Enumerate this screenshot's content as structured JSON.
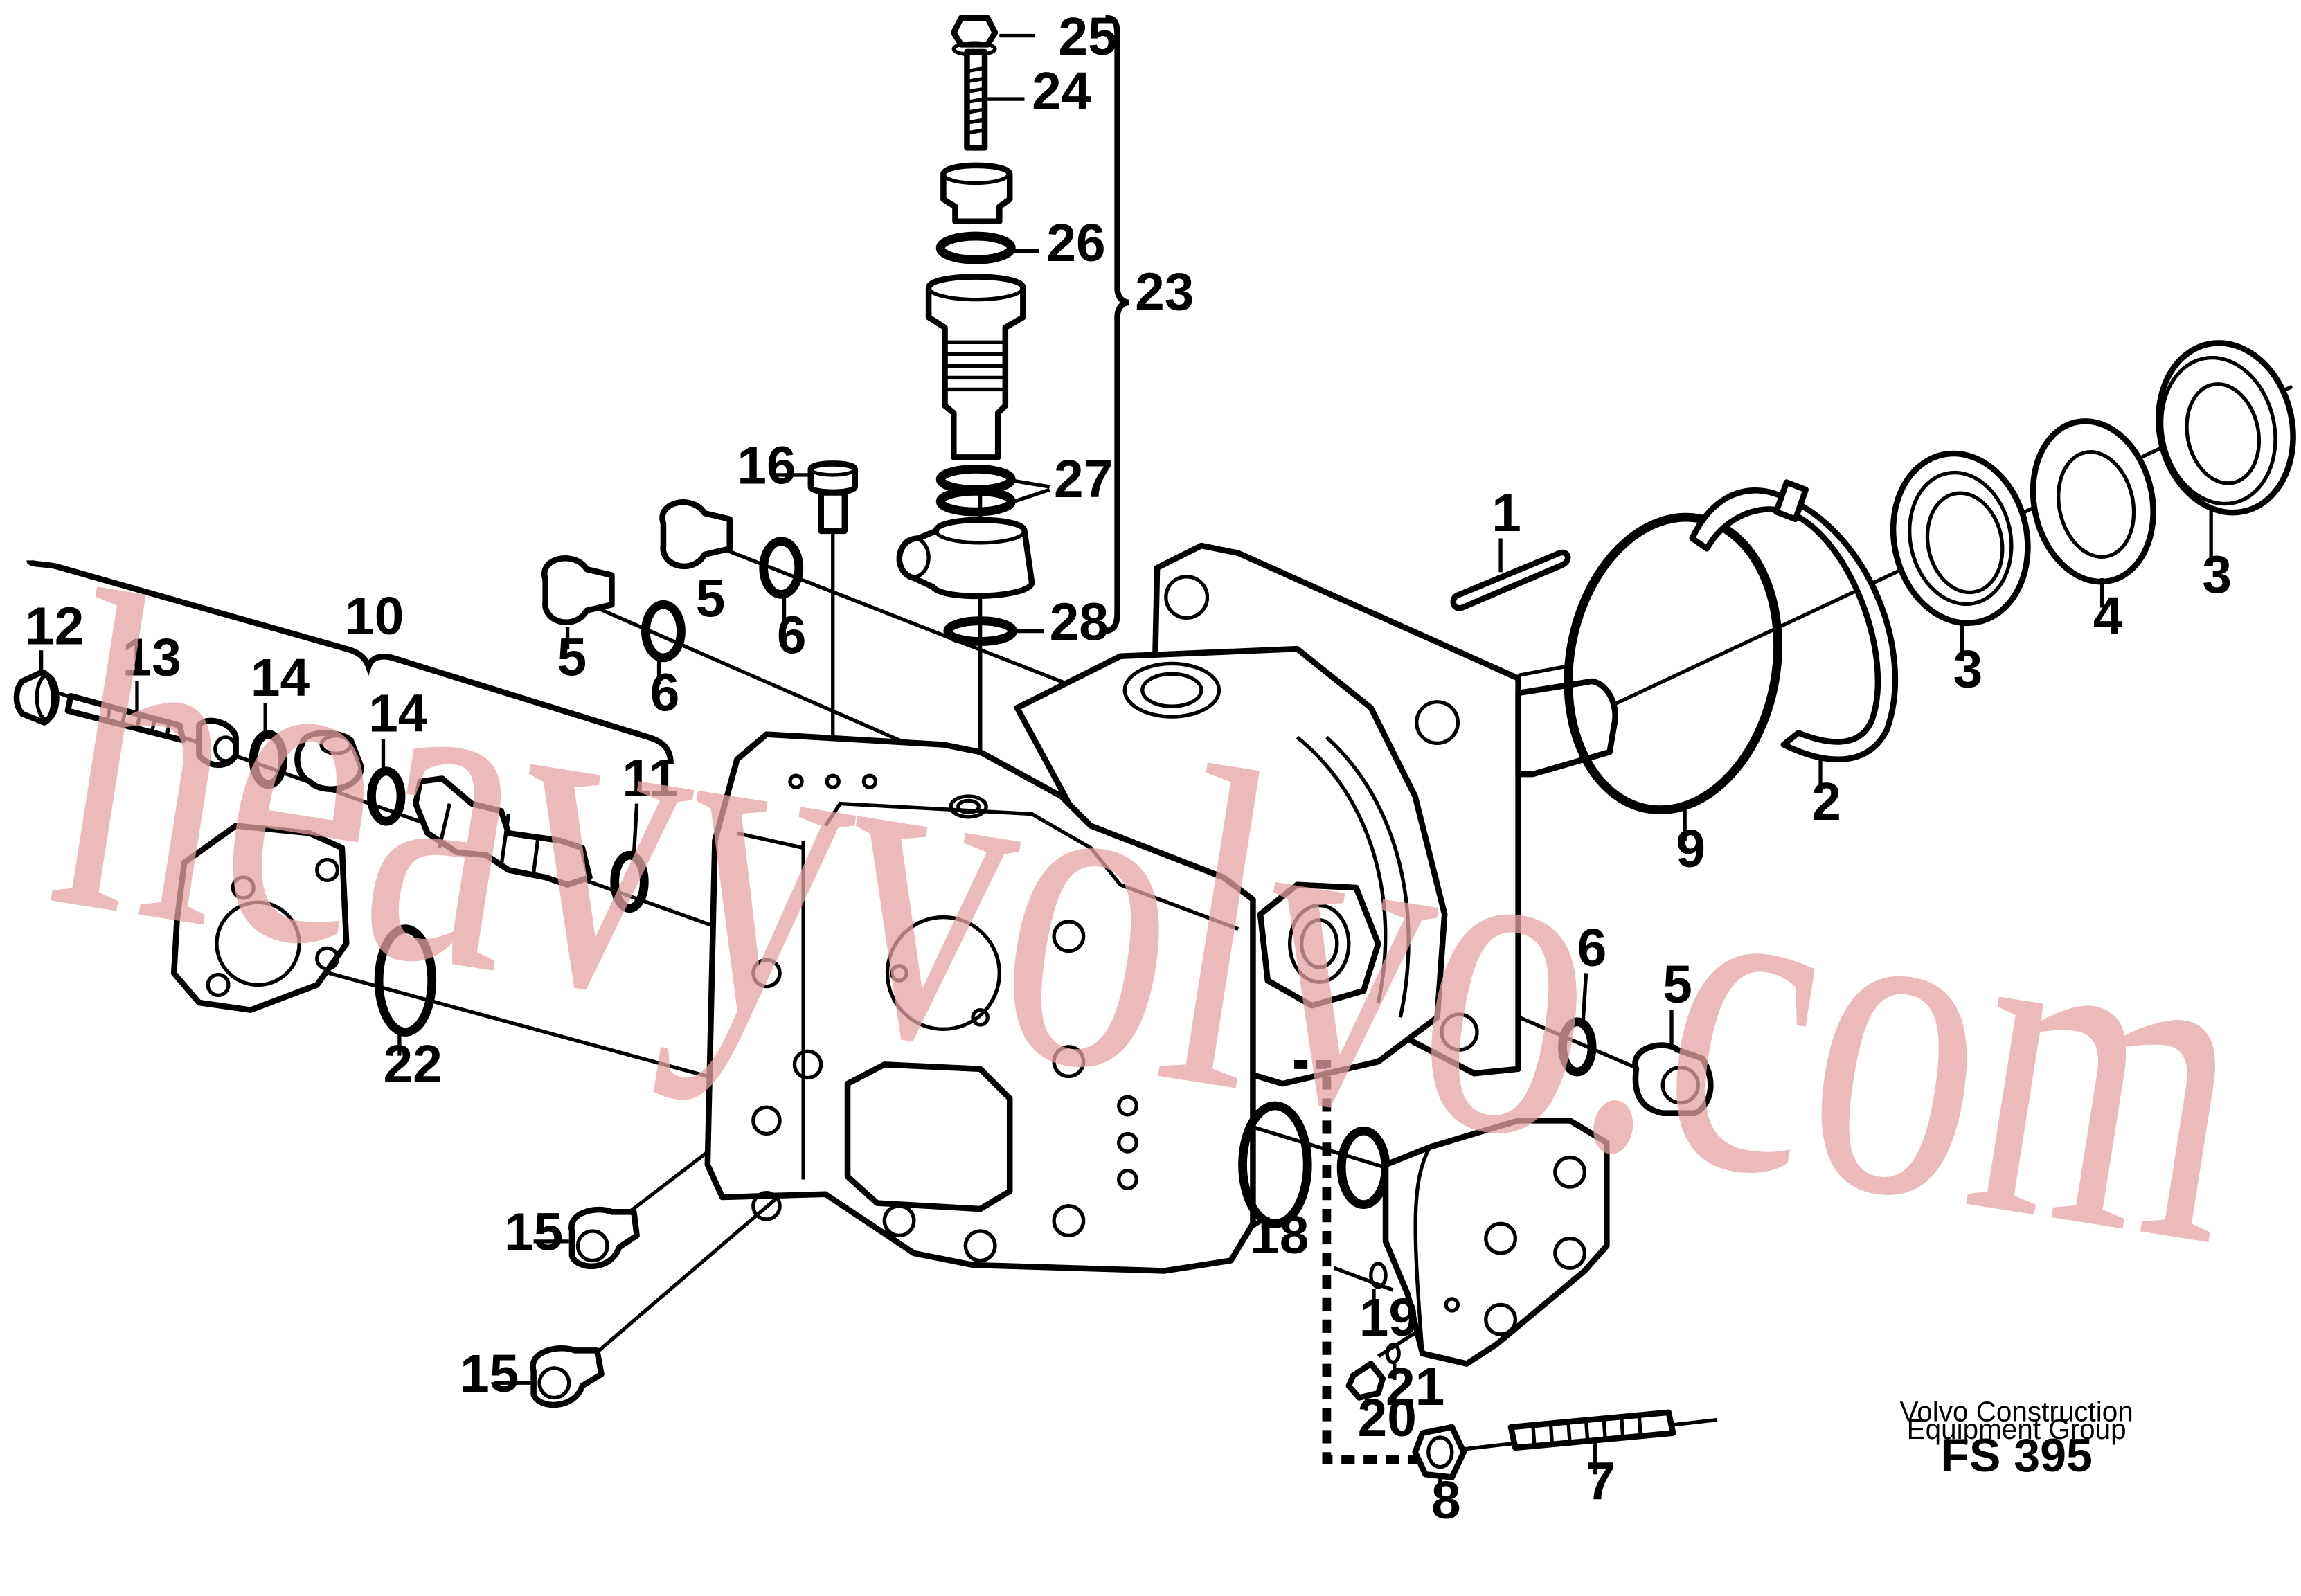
{
  "diagram": {
    "code": "FS 395",
    "credit_line1": "Volvo Construction",
    "credit_line2": "Equipment Group",
    "watermark": "heavyvolvo.com",
    "callouts": [
      {
        "id": "25",
        "label": "25"
      },
      {
        "id": "24",
        "label": "24"
      },
      {
        "id": "26",
        "label": "26"
      },
      {
        "id": "23",
        "label": "23"
      },
      {
        "id": "16",
        "label": "16"
      },
      {
        "id": "27",
        "label": "27"
      },
      {
        "id": "28",
        "label": "28"
      },
      {
        "id": "5a",
        "label": "5"
      },
      {
        "id": "6a",
        "label": "6"
      },
      {
        "id": "5b",
        "label": "5"
      },
      {
        "id": "6b",
        "label": "6"
      },
      {
        "id": "1",
        "label": "1"
      },
      {
        "id": "9",
        "label": "9"
      },
      {
        "id": "2",
        "label": "2"
      },
      {
        "id": "3a",
        "label": "3"
      },
      {
        "id": "4",
        "label": "4"
      },
      {
        "id": "3b",
        "label": "3"
      },
      {
        "id": "10",
        "label": "10"
      },
      {
        "id": "12",
        "label": "12"
      },
      {
        "id": "13",
        "label": "13"
      },
      {
        "id": "14a",
        "label": "14"
      },
      {
        "id": "14b",
        "label": "14"
      },
      {
        "id": "11",
        "label": "11"
      },
      {
        "id": "22",
        "label": "22"
      },
      {
        "id": "6c",
        "label": "6"
      },
      {
        "id": "5c",
        "label": "5"
      },
      {
        "id": "15a",
        "label": "15"
      },
      {
        "id": "15b",
        "label": "15"
      },
      {
        "id": "18",
        "label": "18"
      },
      {
        "id": "19",
        "label": "19"
      },
      {
        "id": "21",
        "label": "21"
      },
      {
        "id": "20",
        "label": "20"
      },
      {
        "id": "8",
        "label": "8"
      },
      {
        "id": "7",
        "label": "7"
      }
    ]
  }
}
